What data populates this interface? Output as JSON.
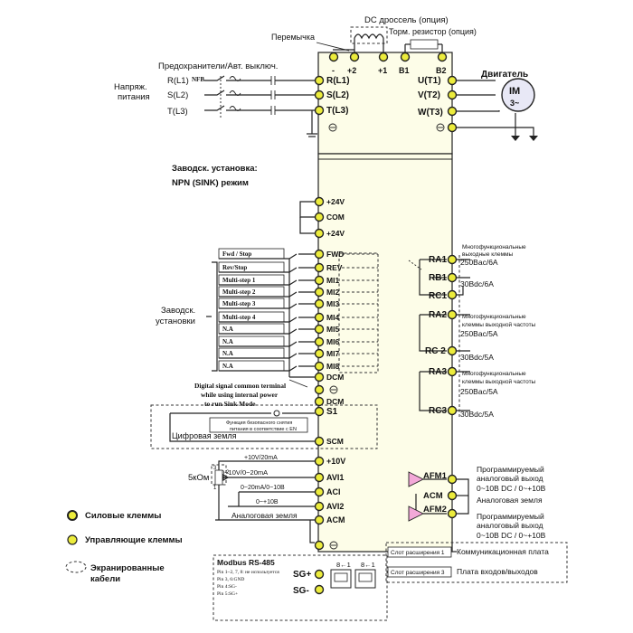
{
  "top": {
    "dc_choke": "DC дроссель (опция)",
    "jumper": "Перемычка",
    "brake_resistor": "Торм. резистор (опция)",
    "fuses": "Предохранители/Авт. выключ.",
    "nfb": "NFB",
    "supply_1": "Напряж.",
    "supply_2": "питания",
    "motor": "Двигатель",
    "motor_im": "IM",
    "motor_phase": "3~"
  },
  "power_terminals": {
    "minus": "-",
    "plus2": "+2",
    "plus1": "+1",
    "b1": "B1",
    "b2": "B2",
    "r_in": "R(L1)",
    "s_in": "S(L2)",
    "t_in": "T(L3)",
    "r_out": "R(L1)",
    "s_out": "S(L2)",
    "t_out": "T(L3)",
    "u": "U(T1)",
    "v": "V(T2)",
    "w": "W(T3)"
  },
  "factory": {
    "line1": "Заводск. установка:",
    "line2": "NPN (SINK) режим",
    "settings_1": "Заводск.",
    "settings_2": "установки"
  },
  "inputs": {
    "p24a": "+24V",
    "com": "COM",
    "p24b": "+24V",
    "labels": [
      "Fwd / Stop",
      "Rev/Stop",
      "Multi-step 1",
      "Multi-step 2",
      "Multi-step 3",
      "Multi-step 4",
      "N.A",
      "N.A",
      "N.A",
      "N.A"
    ],
    "terminals": [
      "FWD",
      "REV",
      "MI1",
      "MI2",
      "MI3",
      "MI4",
      "MI5",
      "MI6",
      "MI7",
      "MI8"
    ],
    "dcm": "DCM",
    "digital_note_1": "Digital signal common terminal",
    "digital_note_2": "while using internal power",
    "digital_note_3": "to run Sink Mode"
  },
  "safety": {
    "dcm2": "DCM",
    "s1": "S1",
    "func_1": "Функция безопасного снятия",
    "func_2": "питания в соответствие с EN",
    "digital_ground": "Цифровая земля",
    "scm": "SCM"
  },
  "analog_in": {
    "p10": "+10V",
    "p10_spec": "+10V/20mA",
    "avi1": "AVI1",
    "avi1_spec": "0~10V/0~20mA",
    "aci": "ACI",
    "aci_spec": "0~20mA/0~10B",
    "avi2": "AVI2",
    "avi2_spec": "0~+10B",
    "analog_ground": "Аналоговая земля",
    "acm": "ACM",
    "pot": "5кОм",
    "pot_pins": [
      "3",
      "2",
      "1"
    ]
  },
  "relays": {
    "ra1": "RA1",
    "rb1": "RB1",
    "rc1": "RC1",
    "relay1_desc": [
      "Многофункциональные",
      "выходные клеммы",
      "250Вас/6А"
    ],
    "relay1_dc": "30Вdc/6А",
    "ra2": "RA2",
    "rc2": "RC 2",
    "relay2_desc": [
      "Многофункциональные",
      "клеммы выходной частоты",
      "250Вас/5А"
    ],
    "relay2_dc": "30Вdc/5А",
    "ra3": "RA3",
    "rc3": "RC3",
    "relay3_desc": [
      "Многофункциональные",
      "клеммы выходной частоты",
      "250Вас/5А"
    ],
    "relay3_dc": "30Вdc/5А"
  },
  "analog_out": {
    "afm1": "AFM1",
    "acm": "ACM",
    "afm2": "AFM2",
    "out1": [
      "Программируемый",
      "аналоговый выход",
      "0~10В DC / 0~+10В"
    ],
    "ground": "Аналоговая земля",
    "out2": [
      "Программируемый",
      "аналоговый выход",
      "0~10В DC / 0~+10В"
    ]
  },
  "comm": {
    "slot1": "Слот расширения 1",
    "slot1_desc": "Коммуникационная плата",
    "slot3": "Слот расширения 3",
    "slot3_desc": "Плата входов/выходов",
    "modbus": "Modbus RS-485",
    "pins": [
      "Pin 1~2, 7, 8: не используется",
      "Pin 3, 6:GND",
      "Pin 4:SG-",
      "Pin 5:SG+"
    ],
    "sgp": "SG+",
    "sgm": "SG-",
    "rj_a": "8←1",
    "rj_b": "8←1"
  },
  "legend": {
    "power": "Силовые клеммы",
    "control": "Управляющие клеммы",
    "shielded_1": "Экранированные",
    "shielded_2": "кабели"
  }
}
